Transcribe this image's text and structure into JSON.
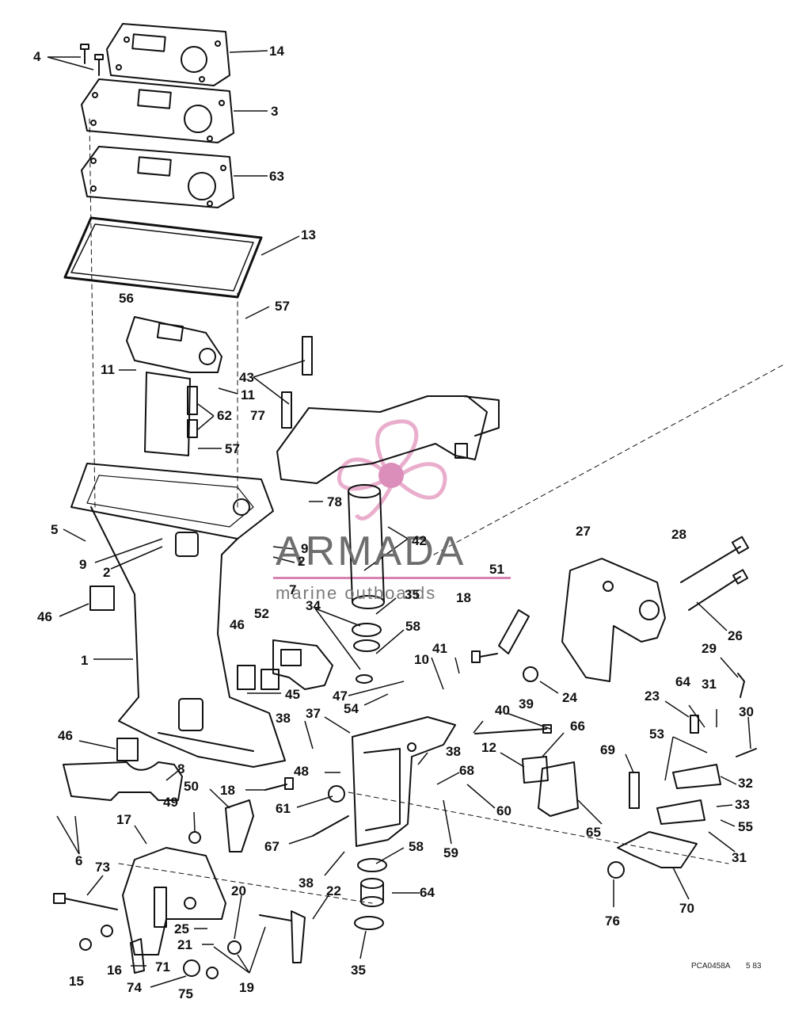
{
  "watermark": {
    "title": "ARMADA",
    "subtitle": "marine outboards",
    "logo_color": "#e8a6c8",
    "logo_center_color": "#d882b2"
  },
  "footer": {
    "code": "PCA0458A",
    "date": "5 83"
  },
  "callouts": [
    {
      "id": "c4",
      "text": "4"
    },
    {
      "id": "c14",
      "text": "14"
    },
    {
      "id": "c3",
      "text": "3"
    },
    {
      "id": "c63",
      "text": "63"
    },
    {
      "id": "c13",
      "text": "13"
    },
    {
      "id": "c56",
      "text": "56"
    },
    {
      "id": "c57a",
      "text": "57"
    },
    {
      "id": "c11a",
      "text": "11"
    },
    {
      "id": "c43",
      "text": "43"
    },
    {
      "id": "c11b",
      "text": "11"
    },
    {
      "id": "c62",
      "text": "62"
    },
    {
      "id": "c77",
      "text": "77"
    },
    {
      "id": "c57b",
      "text": "57"
    },
    {
      "id": "c78",
      "text": "78"
    },
    {
      "id": "c5",
      "text": "5"
    },
    {
      "id": "c9a",
      "text": "9"
    },
    {
      "id": "c9b",
      "text": "9"
    },
    {
      "id": "c2a",
      "text": "2"
    },
    {
      "id": "c2b",
      "text": "2"
    },
    {
      "id": "c42",
      "text": "42"
    },
    {
      "id": "c27",
      "text": "27"
    },
    {
      "id": "c28",
      "text": "28"
    },
    {
      "id": "c51",
      "text": "51"
    },
    {
      "id": "c46a",
      "text": "46"
    },
    {
      "id": "c7",
      "text": "7"
    },
    {
      "id": "c35a",
      "text": "35"
    },
    {
      "id": "c18a",
      "text": "18"
    },
    {
      "id": "c34",
      "text": "34"
    },
    {
      "id": "c58a",
      "text": "58"
    },
    {
      "id": "c26",
      "text": "26"
    },
    {
      "id": "c46b",
      "text": "46"
    },
    {
      "id": "c52",
      "text": "52"
    },
    {
      "id": "c1",
      "text": "1"
    },
    {
      "id": "c10",
      "text": "10"
    },
    {
      "id": "c41",
      "text": "41"
    },
    {
      "id": "c29",
      "text": "29"
    },
    {
      "id": "c24",
      "text": "24"
    },
    {
      "id": "c45",
      "text": "45"
    },
    {
      "id": "c47",
      "text": "47"
    },
    {
      "id": "c54",
      "text": "54"
    },
    {
      "id": "c64a",
      "text": "64"
    },
    {
      "id": "c31a",
      "text": "31"
    },
    {
      "id": "c23",
      "text": "23"
    },
    {
      "id": "c39",
      "text": "39"
    },
    {
      "id": "c40",
      "text": "40"
    },
    {
      "id": "c30",
      "text": "30"
    },
    {
      "id": "c37",
      "text": "37"
    },
    {
      "id": "c38a",
      "text": "38"
    },
    {
      "id": "c66",
      "text": "66"
    },
    {
      "id": "c46c",
      "text": "46"
    },
    {
      "id": "c38b",
      "text": "38"
    },
    {
      "id": "c12",
      "text": "12"
    },
    {
      "id": "c53",
      "text": "53"
    },
    {
      "id": "c69",
      "text": "69"
    },
    {
      "id": "c8",
      "text": "8"
    },
    {
      "id": "c48",
      "text": "48"
    },
    {
      "id": "c68",
      "text": "68"
    },
    {
      "id": "c32",
      "text": "32"
    },
    {
      "id": "c50",
      "text": "50"
    },
    {
      "id": "c18b",
      "text": "18"
    },
    {
      "id": "c61",
      "text": "61"
    },
    {
      "id": "c60",
      "text": "60"
    },
    {
      "id": "c33",
      "text": "33"
    },
    {
      "id": "c17",
      "text": "17"
    },
    {
      "id": "c49",
      "text": "49"
    },
    {
      "id": "c65",
      "text": "65"
    },
    {
      "id": "c55",
      "text": "55"
    },
    {
      "id": "c67",
      "text": "67"
    },
    {
      "id": "c58b",
      "text": "58"
    },
    {
      "id": "c59",
      "text": "59"
    },
    {
      "id": "c31b",
      "text": "31"
    },
    {
      "id": "c6",
      "text": "6"
    },
    {
      "id": "c73",
      "text": "73"
    },
    {
      "id": "c38c",
      "text": "38"
    },
    {
      "id": "c64b",
      "text": "64"
    },
    {
      "id": "c20",
      "text": "20"
    },
    {
      "id": "c22",
      "text": "22"
    },
    {
      "id": "c76",
      "text": "76"
    },
    {
      "id": "c70",
      "text": "70"
    },
    {
      "id": "c25",
      "text": "25"
    },
    {
      "id": "c21",
      "text": "21"
    },
    {
      "id": "c15",
      "text": "15"
    },
    {
      "id": "c16",
      "text": "16"
    },
    {
      "id": "c71",
      "text": "71"
    },
    {
      "id": "c19",
      "text": "19"
    },
    {
      "id": "c35b",
      "text": "35"
    },
    {
      "id": "c74",
      "text": "74"
    },
    {
      "id": "c75",
      "text": "75"
    }
  ]
}
